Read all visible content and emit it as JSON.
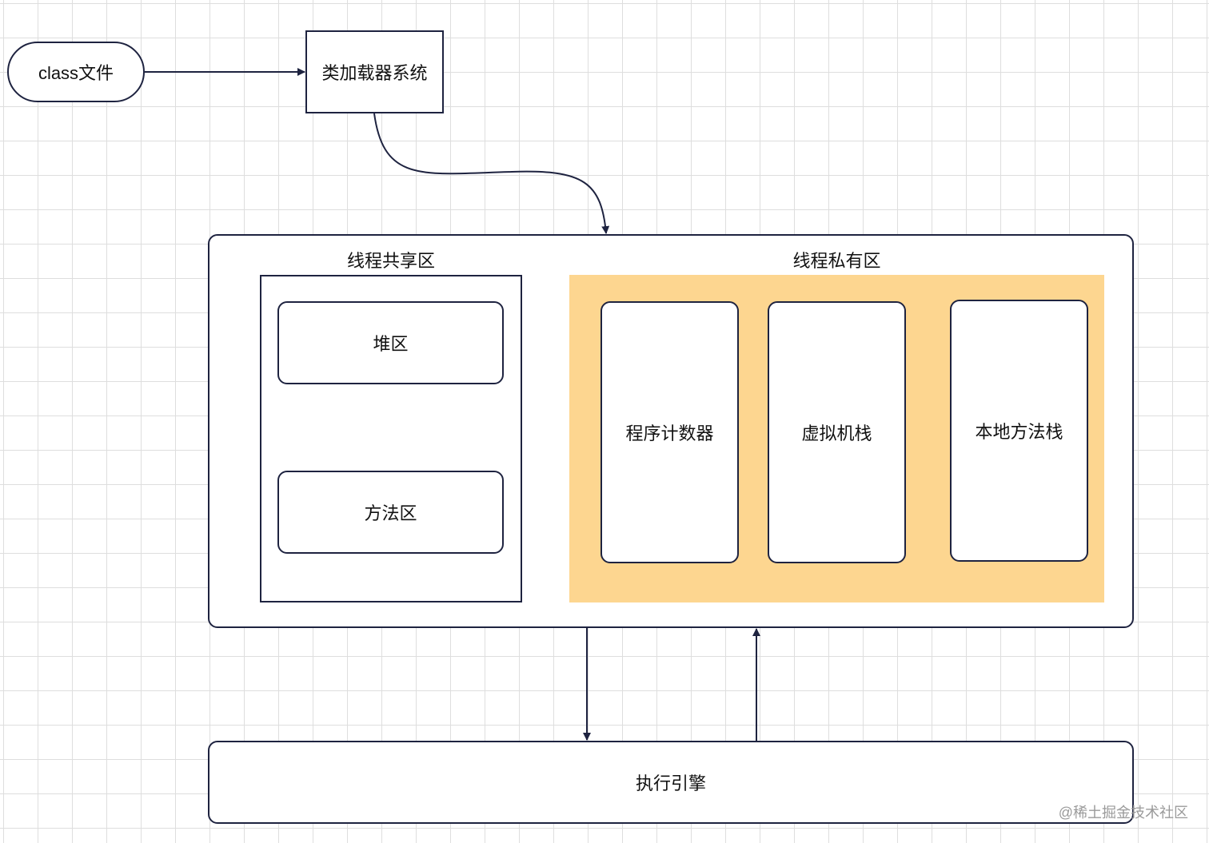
{
  "nodes": {
    "class_file": "class文件",
    "class_loader": "类加载器系统",
    "shared_area_title": "线程共享区",
    "heap": "堆区",
    "method_area": "方法区",
    "private_area_title": "线程私有区",
    "program_counter": "程序计数器",
    "vm_stack": "虚拟机栈",
    "native_method_stack": "本地方法栈",
    "execution_engine": "执行引擎"
  },
  "watermark": "@稀土掘金技术社区",
  "colors": {
    "stroke": "#1e2340",
    "private_area_fill": "#fdd690",
    "grid": "#dedede"
  }
}
